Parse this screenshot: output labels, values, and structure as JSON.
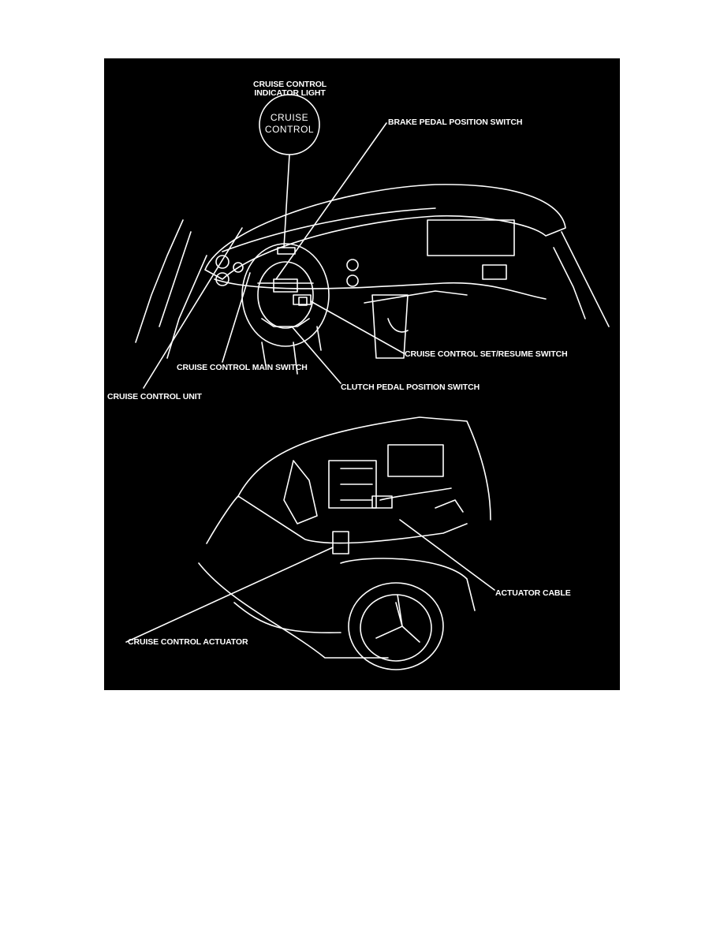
{
  "figure": {
    "callouts": {
      "indicator_light_line1": "CRUISE CONTROL",
      "indicator_light_line2": "INDICATOR LIGHT",
      "brake_switch": "BRAKE PEDAL POSITION SWITCH",
      "set_resume_switch": "CRUISE CONTROL SET/RESUME SWITCH",
      "main_switch": "CRUISE CONTROL MAIN SWITCH",
      "clutch_switch": "CLUTCH PEDAL POSITION SWITCH",
      "control_unit": "CRUISE CONTROL UNIT",
      "actuator_cable": "ACTUATOR CABLE",
      "actuator": "CRUISE CONTROL ACTUATOR"
    },
    "indicator_inset": {
      "line1": "CRUISE",
      "line2": "CONTROL"
    },
    "colors": {
      "background": "#000000",
      "linework": "#ffffff"
    }
  }
}
